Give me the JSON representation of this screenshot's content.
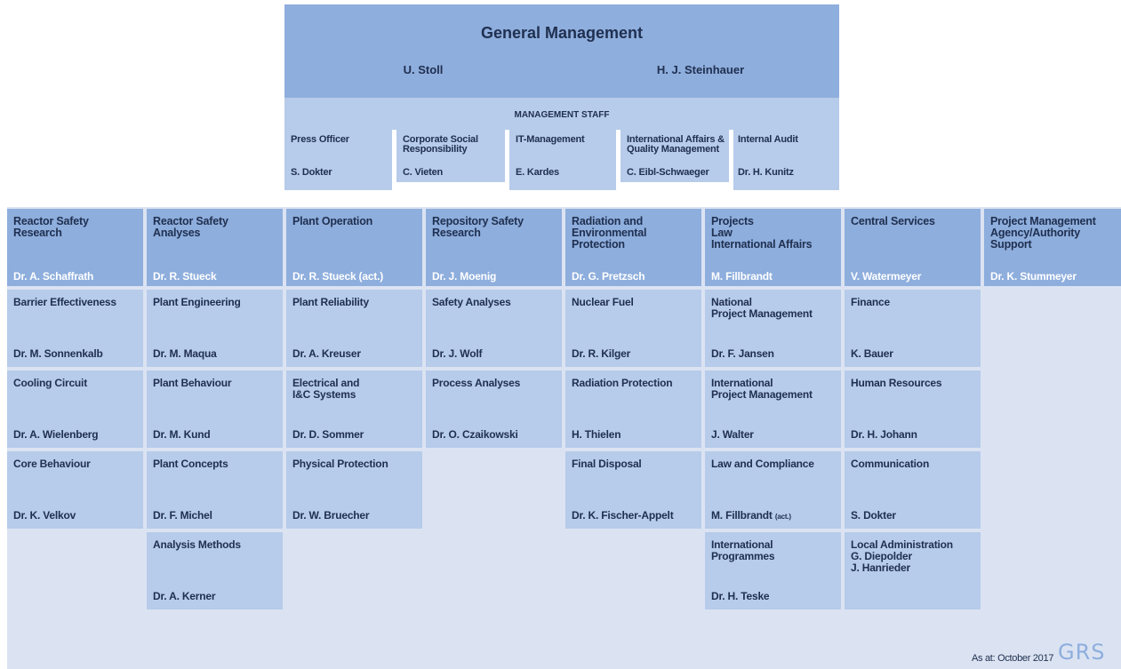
{
  "general_management": {
    "title": "General Management",
    "names": [
      "U. Stoll",
      "H. J. Steinhauer"
    ]
  },
  "management_staff": {
    "title": "MANAGEMENT STAFF",
    "units": [
      {
        "title": "Press Officer",
        "head": "S. Dokter"
      },
      {
        "title": "Corporate Social\nResponsibility",
        "head": "C. Vieten"
      },
      {
        "title": "IT-Management",
        "head": "E. Kardes"
      },
      {
        "title": "International Affairs &\nQuality Management",
        "head": "C. Eibl-Schwaeger"
      },
      {
        "title": "Internal Audit",
        "head": "Dr. H. Kunitz"
      }
    ]
  },
  "departments": [
    {
      "title": "Reactor Safety\nResearch",
      "head": "Dr. A. Schaffrath",
      "units": [
        {
          "title": "Barrier Effectiveness",
          "head": "Dr. M. Sonnenkalb"
        },
        {
          "title": "Cooling Circuit",
          "head": "Dr. A. Wielenberg"
        },
        {
          "title": "Core Behaviour",
          "head": "Dr. K. Velkov"
        }
      ]
    },
    {
      "title": "Reactor Safety\nAnalyses",
      "head": "Dr. R. Stueck",
      "units": [
        {
          "title": "Plant Engineering",
          "head": "Dr. M. Maqua"
        },
        {
          "title": "Plant Behaviour",
          "head": "Dr. M. Kund"
        },
        {
          "title": "Plant Concepts",
          "head": "Dr. F. Michel"
        },
        {
          "title": "Analysis Methods",
          "head": "Dr. A. Kerner"
        }
      ]
    },
    {
      "title": "Plant Operation",
      "head": "Dr. R. Stueck (act.)",
      "units": [
        {
          "title": "Plant Reliability",
          "head": "Dr. A. Kreuser"
        },
        {
          "title": "Electrical and\nI&C Systems",
          "head": "Dr. D. Sommer"
        },
        {
          "title": "Physical Protection",
          "head": "Dr. W. Bruecher"
        }
      ]
    },
    {
      "title": "Repository Safety\nResearch",
      "head": "Dr. J. Moenig",
      "units": [
        {
          "title": "Safety Analyses",
          "head": "Dr. J. Wolf"
        },
        {
          "title": "Process Analyses",
          "head": "Dr. O. Czaikowski"
        }
      ]
    },
    {
      "title": "Radiation and\nEnvironmental\nProtection",
      "head": "Dr. G. Pretzsch",
      "units": [
        {
          "title": "Nuclear Fuel",
          "head": "Dr. R. Kilger"
        },
        {
          "title": "Radiation Protection",
          "head": "H. Thielen"
        },
        {
          "title": "Final Disposal",
          "head": "Dr. K. Fischer-Appelt"
        }
      ]
    },
    {
      "title": "Projects\nLaw\nInternational Affairs",
      "head": "M. Fillbrandt",
      "units": [
        {
          "title": "National\nProject Management",
          "head": "Dr. F. Jansen"
        },
        {
          "title": "International\nProject Management",
          "head": "J. Walter"
        },
        {
          "title": "Law and Compliance",
          "head": "M. Fillbrandt",
          "head_note": "(act.)"
        },
        {
          "title": "International\nProgrammes",
          "head": "Dr. H. Teske"
        }
      ]
    },
    {
      "title": "Central Services",
      "head": "V. Watermeyer",
      "units": [
        {
          "title": "Finance",
          "head": "K. Bauer"
        },
        {
          "title": "Human Resources",
          "head": "Dr. H. Johann"
        },
        {
          "title": "Communication",
          "head": "S. Dokter"
        },
        {
          "title": "Local Administration\nG. Diepolder\nJ. Hanrieder",
          "head": ""
        }
      ]
    },
    {
      "title": "Project Management\nAgency/Authority\nSupport",
      "head": "Dr. K. Stummeyer",
      "units": []
    }
  ],
  "footer": {
    "as_at": "As at: October 2017",
    "logo_text": "GRS"
  },
  "colors": {
    "dark_blue": "#8eaedd",
    "mid_blue": "#b7cbea",
    "light_blue": "#dbe3f2"
  }
}
